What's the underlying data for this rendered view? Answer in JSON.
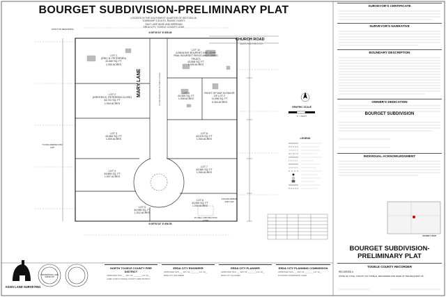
{
  "title": "BOURGET SUBDIVISION-PRELIMINARY PLAT",
  "subtitle_lines": [
    "LOCATED IN THE SOUTHWEST QUARTER OF SECTION 18,",
    "TOWNSHIP 3 SOUTH, RANGE 3 WEST,",
    "SALT LAKE BASE AND MERIDIAN",
    "ERDA CITY, TOOELE COUNTY, UTAH"
  ],
  "roads": {
    "church_road": "CHURCH ROAD",
    "church_road_sub": "(DEDICATED PUBLIC RD)",
    "mary_lane": "MARY LANE",
    "mary_lane_sub": "(TO BE DEDICATED AS PUBLIC ROAD)"
  },
  "lots": [
    {
      "name": "LOT 1",
      "owner": "(ERIC D. PETERSEN)",
      "sqft": "43,560 SQ. FT",
      "acres": "1.000 ACRES"
    },
    {
      "name": "LOT 2",
      "owner": "(KRISTEN K. PETERSEN CLOSE)",
      "sqft": "43,731 SQ. FT",
      "acres": "1.004 ACRES"
    },
    {
      "name": "LOT 3",
      "owner": "",
      "sqft": "43,560 SQ. FT",
      "acres": "1.000 ACRES"
    },
    {
      "name": "LOT 4",
      "owner": "",
      "sqft": "43,869 SQ. FT",
      "acres": "1.007 ACRES"
    },
    {
      "name": "LOT 5",
      "owner": "",
      "sqft": "44,098 SQ. FT",
      "acres": "1.012 ACRES"
    },
    {
      "name": "LOT 6",
      "owner": "",
      "sqft": "43,590 SQ. FT",
      "acres": "1.000 ACRES"
    },
    {
      "name": "LOT 7",
      "owner": "",
      "sqft": "43,560 SQ. FT",
      "acres": "1.000 ACRES"
    },
    {
      "name": "LOT 8",
      "owner": "",
      "sqft": "43,575 SQ. FT",
      "acres": "1.000 ACRES"
    },
    {
      "name": "LOT 9",
      "owner": "",
      "sqft": "43,909 SQ. FT",
      "acres": "1.008 ACRES"
    },
    {
      "name": "LOT 10",
      "owner": "(LINDA KAY BOURGET AND JOHN PAUL BOURGET REVOCABLE LIVING TRUST)",
      "sqft": "43,558 SQ. FT",
      "acres": "1.000 ACRES"
    }
  ],
  "right_of_way": {
    "label": "RIGHT OF WAY IN FAVOR OF LOT 2",
    "sqft": "11,098 SQ. FT",
    "acres": "0.254 ACRES"
  },
  "notes": {
    "point_of_beginning": "POINT OF BEGINNING",
    "young_rebar": "YOUNG REBAR AND CAP",
    "bearing_top": "N 89°39'13\" E 655.89",
    "bearing_bottom": "N 89°52'16\" E 656.55",
    "well_note": "10' WELL PROTECTION ZONE",
    "found_rebar": "FOUND REBAR AND CAP"
  },
  "legend_title": "LEGEND",
  "scale": {
    "label": "GRAPHIC SCALE",
    "units": "1\" = 60 FT"
  },
  "panels": {
    "surveyor_cert": "SURVEYOR'S CERTIFICATE",
    "surveyor_narr": "SURVEYOR'S NARRATIVE",
    "boundary": "BOUNDARY DESCRIPTION",
    "owner_dedication": "OWNER'S DEDICATION",
    "subdivision_name": "BOURGET SUBDIVISION",
    "ack": "INDIVIDUAL ACKNOWLEDGMENT",
    "vicinity": "VICINITY MAP"
  },
  "title_block": {
    "line1": "BOURGET SUBDIVISION-",
    "line2": "PRELIMINARY PLAT"
  },
  "recorder": {
    "title": "TOOELE COUNTY RECORDER",
    "recorded": "RECORDED #",
    "line": "STATE OF UTAH, COUNTY OF TOOELE, RECORDED AND FILED AT THE REQUEST OF:"
  },
  "signatures": [
    {
      "title": "NORTH TOOELE COUNTY FIRE DISTRICT",
      "sub1": "APPROVED THIS ___ DAY OF ________ A.D. 20__",
      "sub2": "CHIEF, NORTH TOOELE COUNTY FIRE DISTRICT"
    },
    {
      "title": "ERDA CITY ENGINEER",
      "sub1": "APPROVED THIS ___ DAY OF ________ A.D. 20__",
      "sub2": "ERDA CITY ENGINEER"
    },
    {
      "title": "ERDA CITY PLANNER",
      "sub1": "APPROVED THIS ___ DAY OF ________ A.D. 20__",
      "sub2": "ERDA CITY PLANNER"
    },
    {
      "title": "ERDA CITY PLANNING COMMISSION",
      "sub1": "APPROVED THIS ___ DAY OF ________ A.D. 20__",
      "sub2": "PLANNING COMMISSION CHAIR"
    }
  ],
  "firm": "ASSIS LAND SURVEYING",
  "seal_text": "PROFESSIONAL LAND SURVEYOR"
}
